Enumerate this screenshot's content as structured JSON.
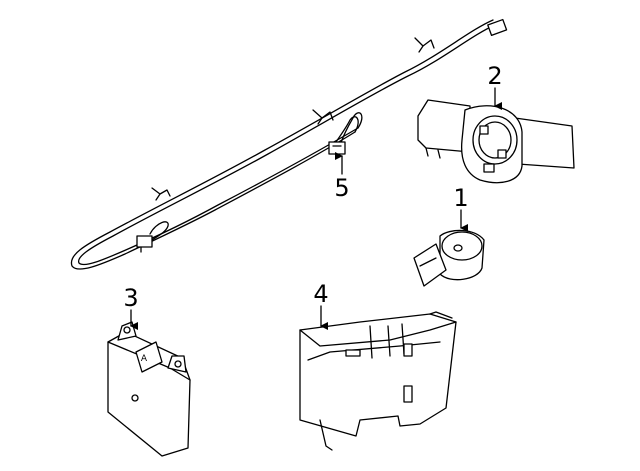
{
  "callouts": [
    {
      "id": "c1",
      "label": "1"
    },
    {
      "id": "c2",
      "label": "2"
    },
    {
      "id": "c3",
      "label": "3"
    },
    {
      "id": "c4",
      "label": "4"
    },
    {
      "id": "c5",
      "label": "5"
    }
  ],
  "module_marking": "A"
}
